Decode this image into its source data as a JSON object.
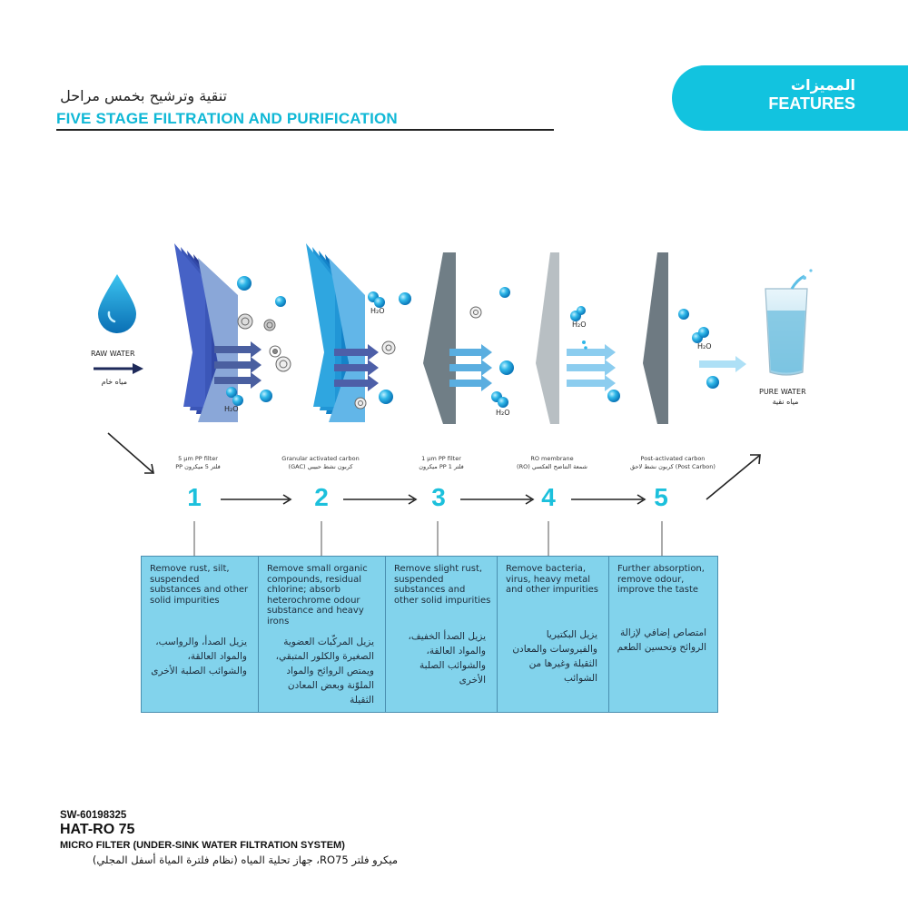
{
  "colors": {
    "accent": "#12c3df",
    "table_bg": "#82d3ec",
    "arrow_dark": "#1e2a5a"
  },
  "features": {
    "ar": "المميزات",
    "en": "FEATURES"
  },
  "header": {
    "ar": "تنقية وترشيح بخمس مراحل",
    "en": "FIVE STAGE FILTRATION AND PURIFICATION"
  },
  "raw_water": {
    "en": "RAW WATER",
    "ar": "مياه خام",
    "icon": "water-drop-icon"
  },
  "pure_water": {
    "en": "PURE WATER",
    "ar": "مياه نقية",
    "icon": "water-glass-icon"
  },
  "h2o": "H₂O",
  "filters": [
    {
      "en": "5 μm PP filter",
      "ar": "فلتر 5 ميكرون PP"
    },
    {
      "en": "Granular activated carbon",
      "ar": "كربون نشط حبيبي (GAC)"
    },
    {
      "en": "1 μm PP filter",
      "ar": "فلتر 1 PP ميكرون"
    },
    {
      "en": "RO membrane",
      "ar": "شمعة  التناضح العكسي (RO)"
    },
    {
      "en": "Post-activated carbon",
      "ar": "(Post Carbon) كربون نشط لاحق"
    }
  ],
  "steps": [
    "1",
    "2",
    "3",
    "4",
    "5"
  ],
  "stages": [
    {
      "en": "Remove rust, silt, suspended substances and other solid impurities",
      "ar": "يزيل الصدأ، والرواسب، والمواد العالقة، والشوائب الصلبة الأخرى"
    },
    {
      "en": "Remove small organic compounds, residual chlorine; absorb heterochrome odour substance and heavy irons",
      "ar": "يزيل المركّبات العضوية الصغيرة والكلور المتبقي، ويمتص الروائح والمواد الملوّنة وبعض المعادن الثقيلة"
    },
    {
      "en": "Remove slight rust, suspended substances and other solid impurities",
      "ar": "يزيل الصدأ الخفيف، والمواد العالقة، والشوائب الصلبة الأخرى"
    },
    {
      "en": "Remove bacteria, virus, heavy metal and other impurities",
      "ar": "يزيل البكتيريا والفيروسات والمعادن الثقيلة وغيرها من الشوائب"
    },
    {
      "en": "Further absorption, remove odour, improve the taste",
      "ar": "امتصاص إضافي لإزالة الروائح وتحسين الطعم"
    }
  ],
  "footer": {
    "sku": "SW-60198325",
    "model": "HAT-RO 75",
    "desc": "MICRO FILTER (UNDER-SINK WATER FILTRATION SYSTEM)",
    "ar": "ميكرو فلتر RO75، جهاز تحلية المياه (نظام فلترة المياة أسفل المجلي)"
  }
}
